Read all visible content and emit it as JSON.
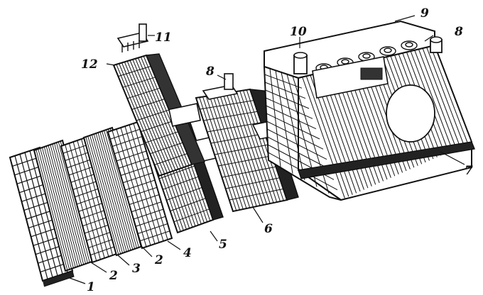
{
  "colors": {
    "ink": "#111111",
    "paper": "#ffffff"
  },
  "labels": [
    {
      "id": "1",
      "text": "1"
    },
    {
      "id": "2a",
      "text": "2"
    },
    {
      "id": "3",
      "text": "3"
    },
    {
      "id": "2b",
      "text": "2"
    },
    {
      "id": "4",
      "text": "4"
    },
    {
      "id": "5",
      "text": "5"
    },
    {
      "id": "6",
      "text": "6"
    },
    {
      "id": "7",
      "text": "7"
    },
    {
      "id": "8a",
      "text": "8"
    },
    {
      "id": "8b",
      "text": "8"
    },
    {
      "id": "9",
      "text": "9"
    },
    {
      "id": "10",
      "text": "10"
    },
    {
      "id": "11",
      "text": "11"
    },
    {
      "id": "12",
      "text": "12"
    }
  ]
}
